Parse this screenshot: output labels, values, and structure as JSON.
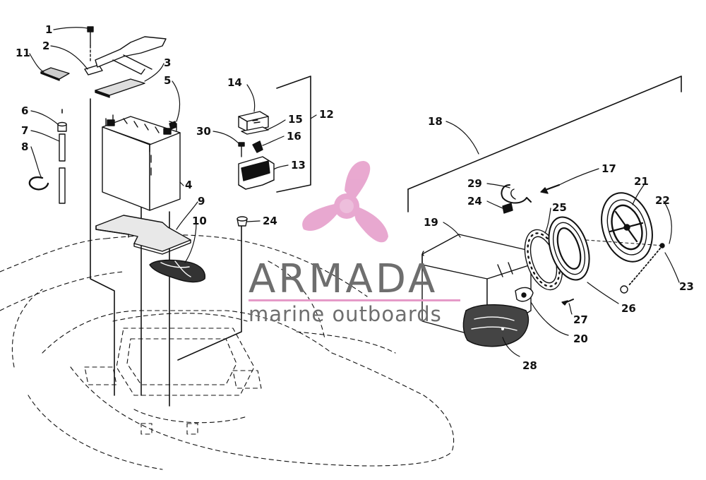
{
  "watermark": {
    "title": "ARMADA",
    "subtitle": "marine outboards",
    "title_color": "#6e6e6e",
    "accent_color": "#e59ac8",
    "logo_icon": "propeller-logo-icon"
  },
  "callouts": {
    "c1": "1",
    "c2": "2",
    "c3": "3",
    "c4": "4",
    "c5": "5",
    "c6": "6",
    "c7": "7",
    "c8": "8",
    "c9": "9",
    "c10": "10",
    "c11": "11",
    "c12": "12",
    "c13": "13",
    "c14": "14",
    "c15": "15",
    "c16": "16",
    "c17": "17",
    "c18": "18",
    "c19": "19",
    "c20": "20",
    "c21": "21",
    "c22": "22",
    "c23": "23",
    "c24a": "24",
    "c24b": "24",
    "c25": "25",
    "c26": "26",
    "c27": "27",
    "c28": "28",
    "c29": "29",
    "c30": "30"
  }
}
